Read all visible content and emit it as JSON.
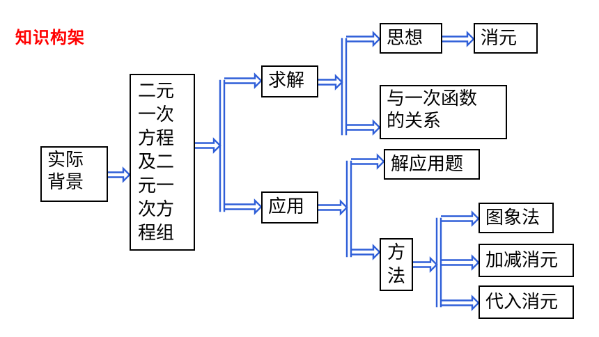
{
  "title": "知识构架",
  "nodes": {
    "background": "实际\n背景",
    "equations": "二元\n一次\n方程\n及二\n元一\n次方\n程组",
    "solve": "求解",
    "thought": "思想",
    "elimination": "消元",
    "relation": "与一次函数\n的关系",
    "apply": "应用",
    "word_problems": "解应用题",
    "method": "方\n法",
    "graph": "图象法",
    "add_sub": "加减消元",
    "substitution": "代入消元"
  },
  "colors": {
    "title": "#ff0000",
    "connector": "#2f5fd8",
    "box_border": "#000000"
  }
}
